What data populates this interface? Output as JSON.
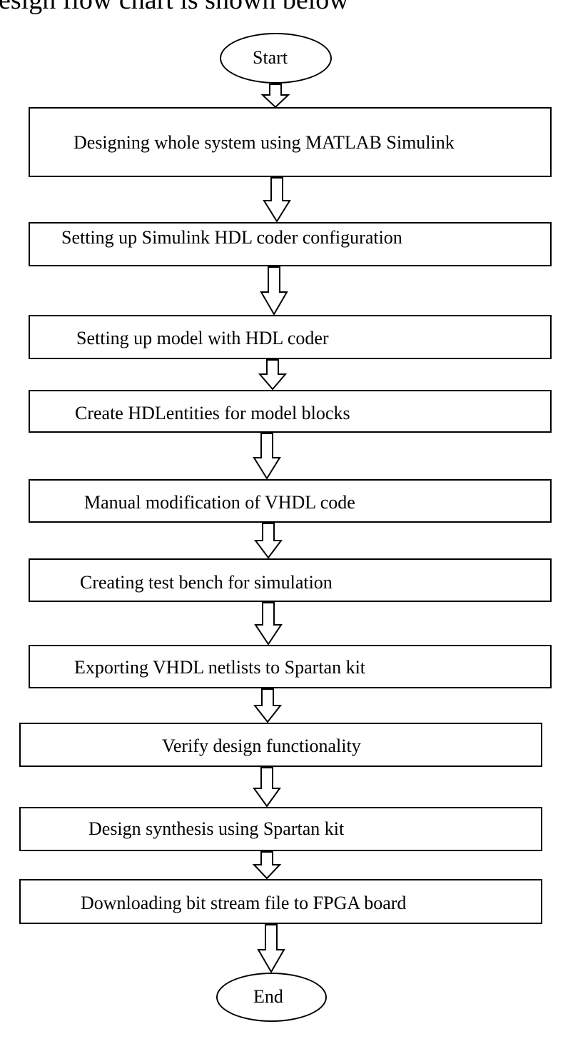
{
  "caption": "esign flow chart is shown below",
  "start_label": "Start",
  "end_label": "End",
  "steps": [
    "Designing whole system using MATLAB Simulink",
    "Setting up Simulink HDL coder configuration",
    "Setting up model with HDL coder",
    "Create HDLentities for model blocks",
    "Manual modification of VHDL code",
    "Creating test bench for simulation",
    "Exporting VHDL netlists to Spartan kit",
    "Verify design functionality",
    "Design synthesis using Spartan kit",
    "Downloading bit stream file to FPGA board"
  ]
}
